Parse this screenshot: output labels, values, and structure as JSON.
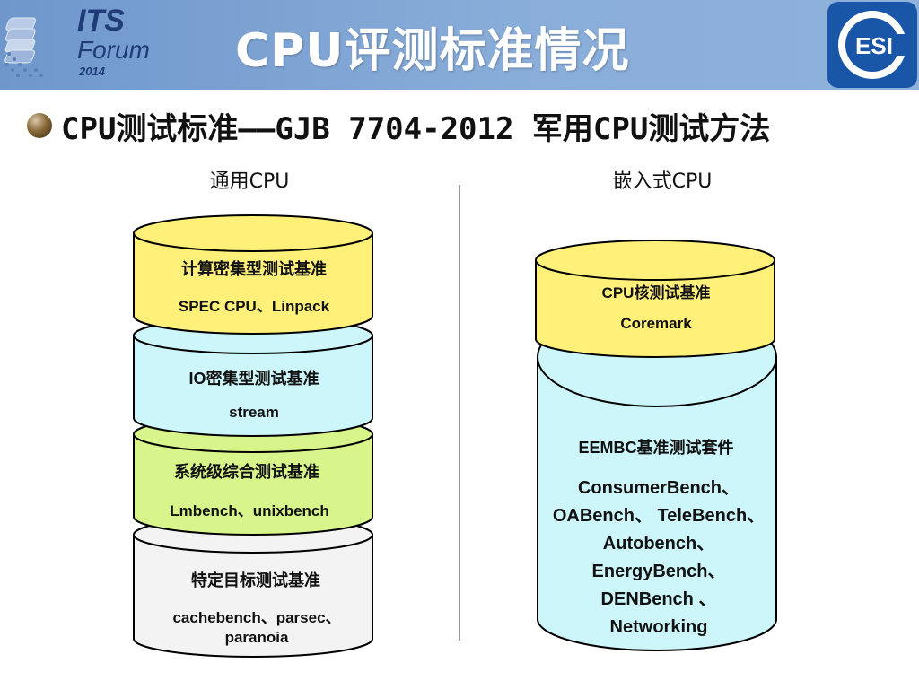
{
  "header": {
    "title": "CPU评测标准情况",
    "logo_its": {
      "its": "ITS",
      "forum": "Forum",
      "year": "2014"
    },
    "logo_esi": {
      "text": "ESI"
    },
    "header_color": "#7fa3d4"
  },
  "headline": {
    "text": "CPU测试标准——GJB 7704-2012 军用CPU测试方法",
    "bullet_icon": "bullet-sphere-icon"
  },
  "general_cpu": {
    "title": "通用CPU",
    "layers": [
      {
        "name": "计算密集型测试基准",
        "items": "SPEC CPU、Linpack",
        "color": "#fff07a"
      },
      {
        "name": "IO密集型测试基准",
        "items": "stream",
        "color": "#cdf6fb"
      },
      {
        "name": "系统级综合测试基准",
        "items": "Lmbench、unixbench",
        "color": "#d7f58a"
      },
      {
        "name": "特定目标测试基准",
        "items": "cachebench、parsec、paranoia",
        "color": "#f3f3f3"
      }
    ]
  },
  "embedded_cpu": {
    "title": "嵌入式CPU",
    "top": {
      "name": "CPU核测试基准",
      "items": "Coremark",
      "color": "#fff07a"
    },
    "bottom": {
      "name": "EEMBC基准测试套件",
      "lines": [
        "ConsumerBench、",
        "OABench、  TeleBench、",
        "Autobench、",
        "EnergyBench、",
        "DENBench 、",
        "Networking"
      ],
      "color": "#cdf6fb"
    }
  }
}
